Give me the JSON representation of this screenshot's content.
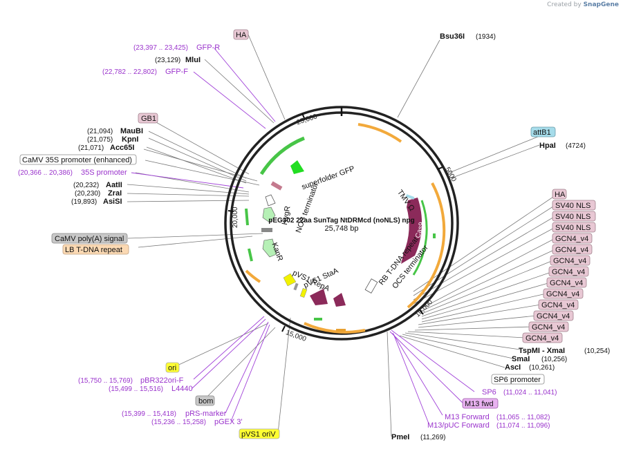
{
  "header": {
    "created_by": "Created by",
    "brand": "SnapGene"
  },
  "plasmid": {
    "name": "pEG302 22aa SunTag NtDRMcd (noNLS) npg",
    "length": "25,748 bp"
  },
  "ticks": [
    "25,000",
    "5000",
    "10,000",
    "15,000",
    "20,000"
  ],
  "feature_labels": [
    "superfolder GFP",
    "NOS terminator",
    "HygR",
    "KanR",
    "pVS1 StaA",
    "pVS1 RepA",
    "RB T-DNA repeat",
    "OCS terminator",
    "TMV Ω",
    "Cas9"
  ],
  "enzymes": [
    {
      "name": "Bsu36I",
      "pos": "(1934)"
    },
    {
      "name": "HpaI",
      "pos": "(4724)"
    },
    {
      "name": "TspMI - XmaI",
      "pos": "(10,254)"
    },
    {
      "name": "SmaI",
      "pos": "(10,256)"
    },
    {
      "name": "AscI",
      "pos": "(10,261)"
    },
    {
      "name": "PmeI",
      "pos": "(11,269)"
    },
    {
      "name": "MluI",
      "pos": "(23,129)"
    },
    {
      "name": "MauBI",
      "pos": "(21,094)"
    },
    {
      "name": "KpnI",
      "pos": "(21,075)"
    },
    {
      "name": "Acc65I",
      "pos": "(21,071)"
    },
    {
      "name": "AatII",
      "pos": "(20,232)"
    },
    {
      "name": "ZraI",
      "pos": "(20,230)"
    },
    {
      "name": "AsiSI",
      "pos": "(19,893)"
    }
  ],
  "primers": [
    {
      "name": "GFP-R",
      "range": "(23,397 .. 23,425)"
    },
    {
      "name": "GFP-F",
      "range": "(22,782 .. 22,802)"
    },
    {
      "name": "35S promoter",
      "range": "(20,366 .. 20,386)"
    },
    {
      "name": "pBR322ori-F",
      "range": "(15,750 .. 15,769)"
    },
    {
      "name": "L4440",
      "range": "(15,499 .. 15,516)"
    },
    {
      "name": "pRS-marker",
      "range": "(15,399 .. 15,418)"
    },
    {
      "name": "pGEX 3'",
      "range": "(15,236 .. 15,258)"
    },
    {
      "name": "SP6",
      "range": "(11,024 .. 11,041)"
    },
    {
      "name": "M13 Forward",
      "range": "(11,065 .. 11,082)"
    },
    {
      "name": "M13/pUC Forward",
      "range": "(11,074 .. 11,096)"
    }
  ],
  "boxed": {
    "ha_top": "HA",
    "gb1": "GB1",
    "camv35s": "CaMV 35S promoter (enhanced)",
    "camv_polya": "CaMV poly(A) signal",
    "lb": "LB T-DNA repeat",
    "ori": "ori",
    "bom": "bom",
    "pvs1_oriv": "pVS1 oriV",
    "attb1": "attB1",
    "ha_right": "HA",
    "sv40": [
      "SV40 NLS",
      "SV40 NLS",
      "SV40 NLS"
    ],
    "gcn4": [
      "GCN4_v4",
      "GCN4_v4",
      "GCN4_v4",
      "GCN4_v4",
      "GCN4_v4",
      "GCN4_v4",
      "GCN4_v4",
      "GCN4_v4",
      "GCN4_v4",
      "GCN4_v4"
    ],
    "sp6_promoter": "SP6 promoter",
    "m13fwd": "M13 fwd"
  },
  "colors": {
    "purple_text": "#9a33cc",
    "green_feature": "#33cc33",
    "orange_orf": "#e8a030",
    "maroon_feature": "#8b2a5a",
    "light_green": "#b6f0b6",
    "yellow_feature": "#f2f200",
    "pink_box": "#e8c8d4",
    "orange_box": "#fbd9b3",
    "teal_box": "#a6dcea",
    "yellow_box": "#ffff33",
    "gray_box": "#c8c8c8"
  }
}
